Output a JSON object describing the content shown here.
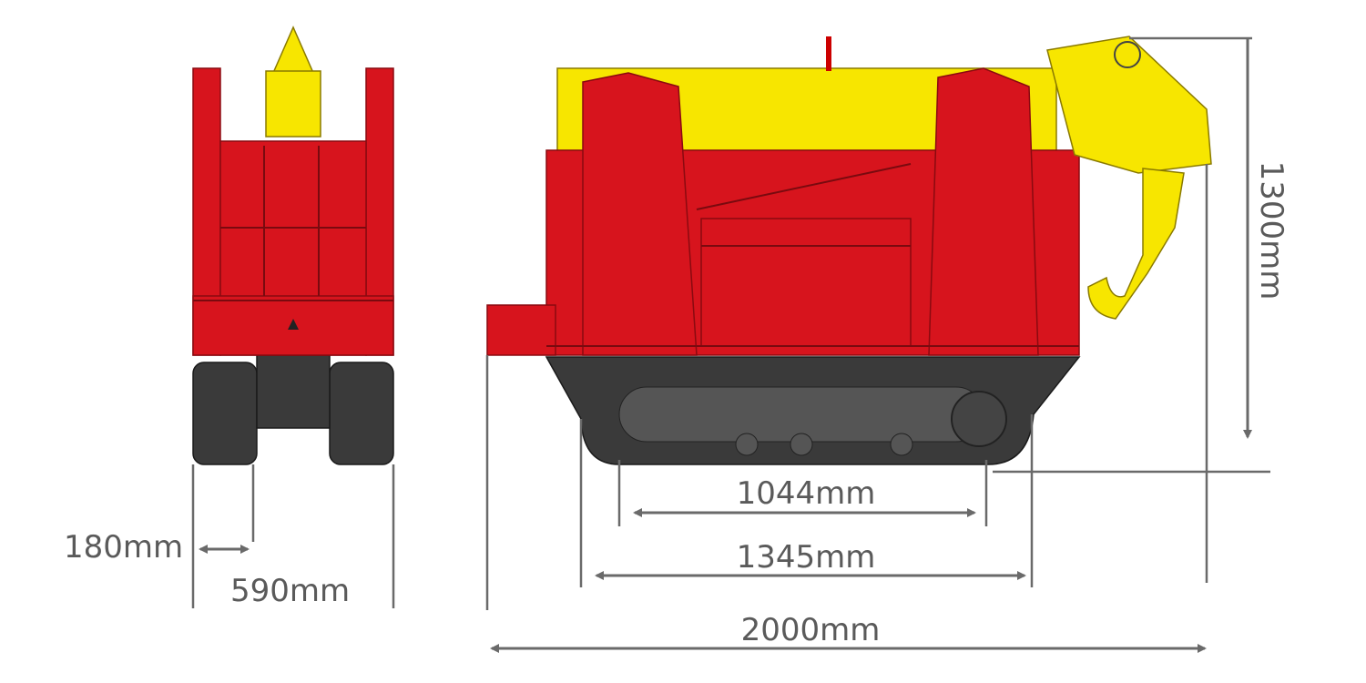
{
  "diagram": {
    "colors": {
      "body": "#d7141d",
      "boom": "#f7e600",
      "track": "#3a3a3a",
      "dimension": "#5a5a5a"
    },
    "front_view": {
      "track_width_label": "180mm",
      "overall_width_label": "590mm"
    },
    "side_view": {
      "wheelbase_label": "1044mm",
      "track_length_label": "1345mm",
      "overall_length_label": "2000mm",
      "height_label": "1300mm"
    }
  }
}
